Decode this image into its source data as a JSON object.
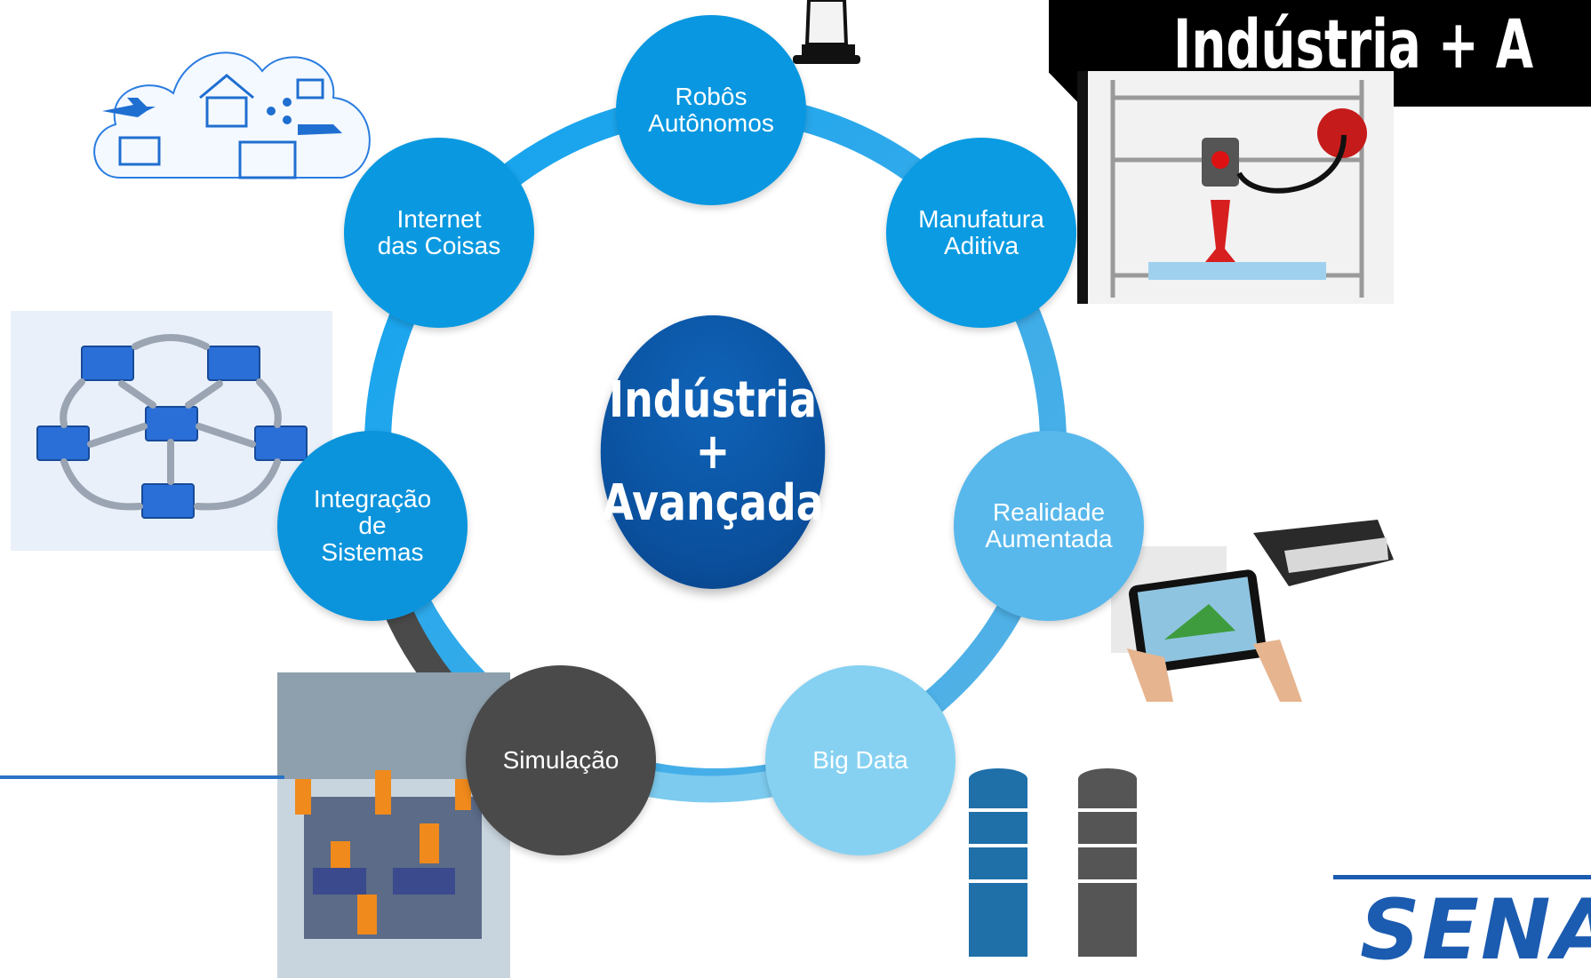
{
  "title": "Indústria + A",
  "center": {
    "line1": "Indústria",
    "line2": "+",
    "line3": "Avançada"
  },
  "nodes": {
    "robos": "Robôs\nAutônomos",
    "manufatura": "Manufatura\nAditiva",
    "realidade": "Realidade\nAumentada",
    "bigdata": "Big Data",
    "simulacao": "Simulação",
    "integracao": "Integração\nde\nSistemas",
    "iot": "Internet\ndas Coisas"
  },
  "logo": {
    "text": "SENAI"
  },
  "colors": {
    "ring": "#1aa3e8",
    "ring_dark": "#4a4a4a",
    "center": "#0a4f9c",
    "logo_blue": "#1b5bb0"
  },
  "icons": {
    "iot": "iot-cloud-icon",
    "network": "network-diagram-icon",
    "printer": "3d-printer-icon",
    "vr": "vr-headset-icon",
    "factory": "robot-factory-icon",
    "database": "database-icon",
    "robot": "robot-arm-icon"
  }
}
